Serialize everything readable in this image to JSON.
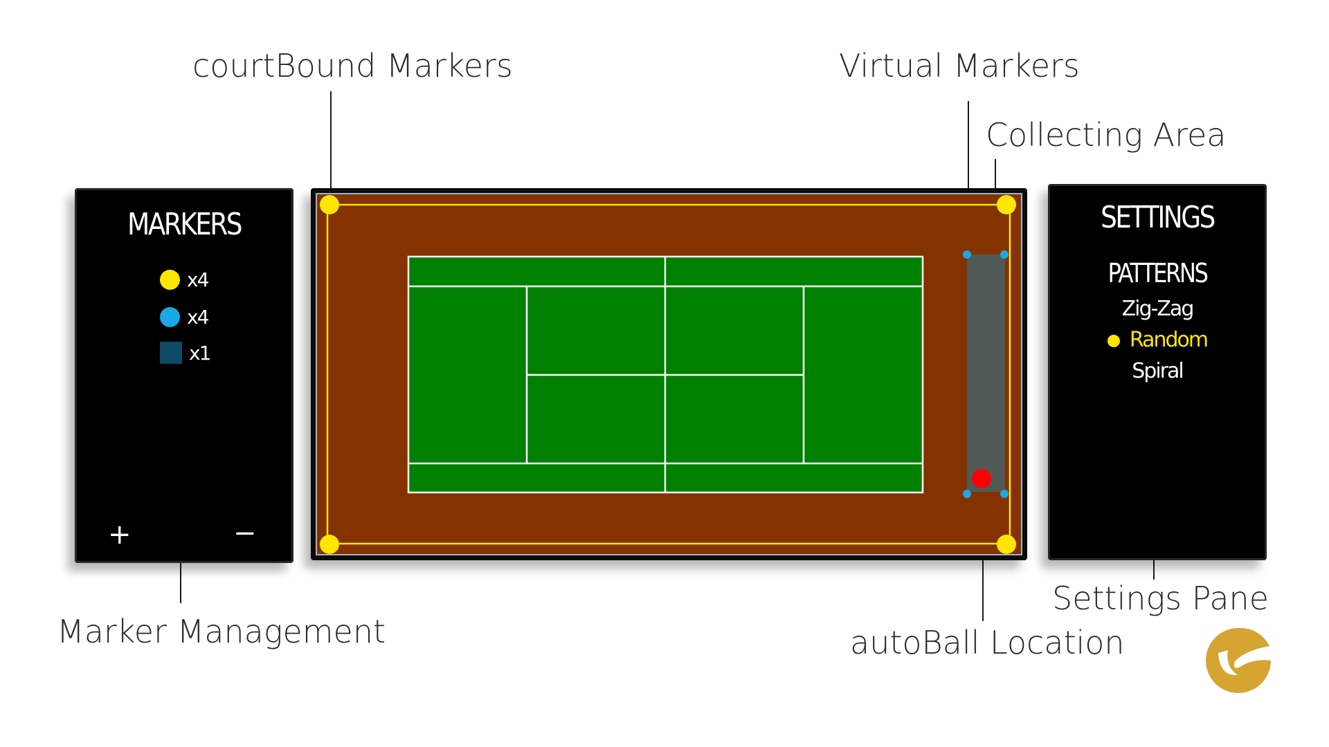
{
  "annotations": {
    "courtbound_markers": "courtBound Markers",
    "virtual_markers": "Virtual Markers",
    "collecting_area": "Collecting Area",
    "marker_management": "Marker Management",
    "autoball_location": "autoBall Location",
    "settings_pane": "Settings Pane"
  },
  "markers_panel": {
    "title": "MARKERS",
    "items": [
      {
        "icon": "yellow-dot-icon",
        "color": "#ffe600",
        "count": "x4"
      },
      {
        "icon": "blue-dot-icon",
        "color": "#1aa8e6",
        "count": "x4"
      },
      {
        "icon": "navy-square-icon",
        "color": "#0d4a66",
        "count": "x1"
      }
    ],
    "add_label": "+",
    "remove_label": "−"
  },
  "settings_panel": {
    "title": "SETTINGS",
    "patterns_title": "PATTERNS",
    "patterns": [
      "Zig-Zag",
      "Random",
      "Spiral"
    ],
    "selected_pattern": "Random"
  },
  "colors": {
    "court_surround": "#833200",
    "court_green": "#008000",
    "boundary_line": "#ffe600",
    "collecting_area": "#4f5a56",
    "autoball": "#ff0000",
    "virtual_marker": "#1aa8e6",
    "logo": "#d6a431",
    "selected_pattern": "#ffe600"
  }
}
